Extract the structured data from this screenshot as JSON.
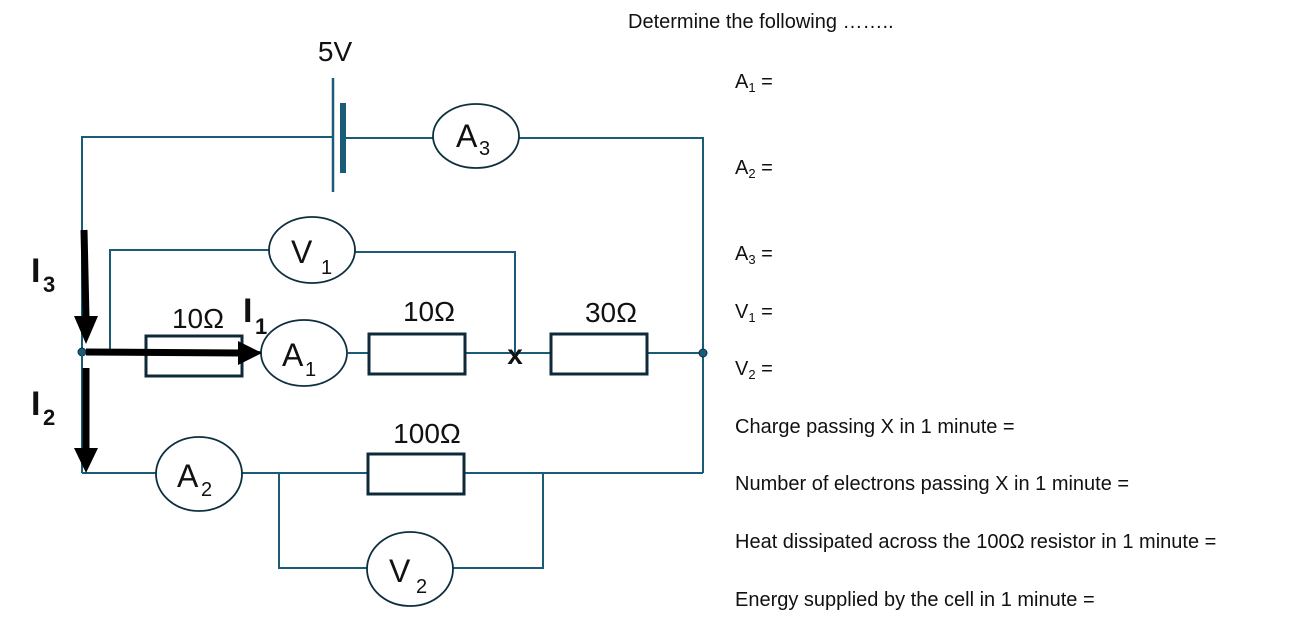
{
  "diagram": {
    "battery_label": "5V",
    "meters": {
      "A1": {
        "letter": "A",
        "sub": "1"
      },
      "A2": {
        "letter": "A",
        "sub": "2"
      },
      "A3": {
        "letter": "A",
        "sub": "3"
      },
      "V1": {
        "letter": "V",
        "sub": "1"
      },
      "V2": {
        "letter": "V",
        "sub": "2"
      }
    },
    "resistors": {
      "r1": "10Ω",
      "r2": "10Ω",
      "r3": "30Ω",
      "r4": "100Ω"
    },
    "currents": {
      "I1": {
        "letter": "I",
        "sub": "1"
      },
      "I2": {
        "letter": "I",
        "sub": "2"
      },
      "I3": {
        "letter": "I",
        "sub": "3"
      }
    },
    "point_x": "x"
  },
  "questions": {
    "heading": "Determine the following ……..",
    "items": [
      {
        "letter": "A",
        "sub": "1",
        "suffix": " ="
      },
      {
        "letter": "A",
        "sub": "2",
        "suffix": " ="
      },
      {
        "letter": "A",
        "sub": "3",
        "suffix": " ="
      },
      {
        "letter": "V",
        "sub": "1",
        "suffix": " ="
      },
      {
        "letter": "V",
        "sub": "2",
        "suffix": " ="
      }
    ],
    "charge": "Charge passing X in 1 minute =",
    "electrons": "Number of electrons passing X in 1 minute =",
    "heat": "Heat dissipated across the 100Ω resistor in 1 minute =",
    "energy": "Energy supplied by the cell in 1 minute ="
  }
}
